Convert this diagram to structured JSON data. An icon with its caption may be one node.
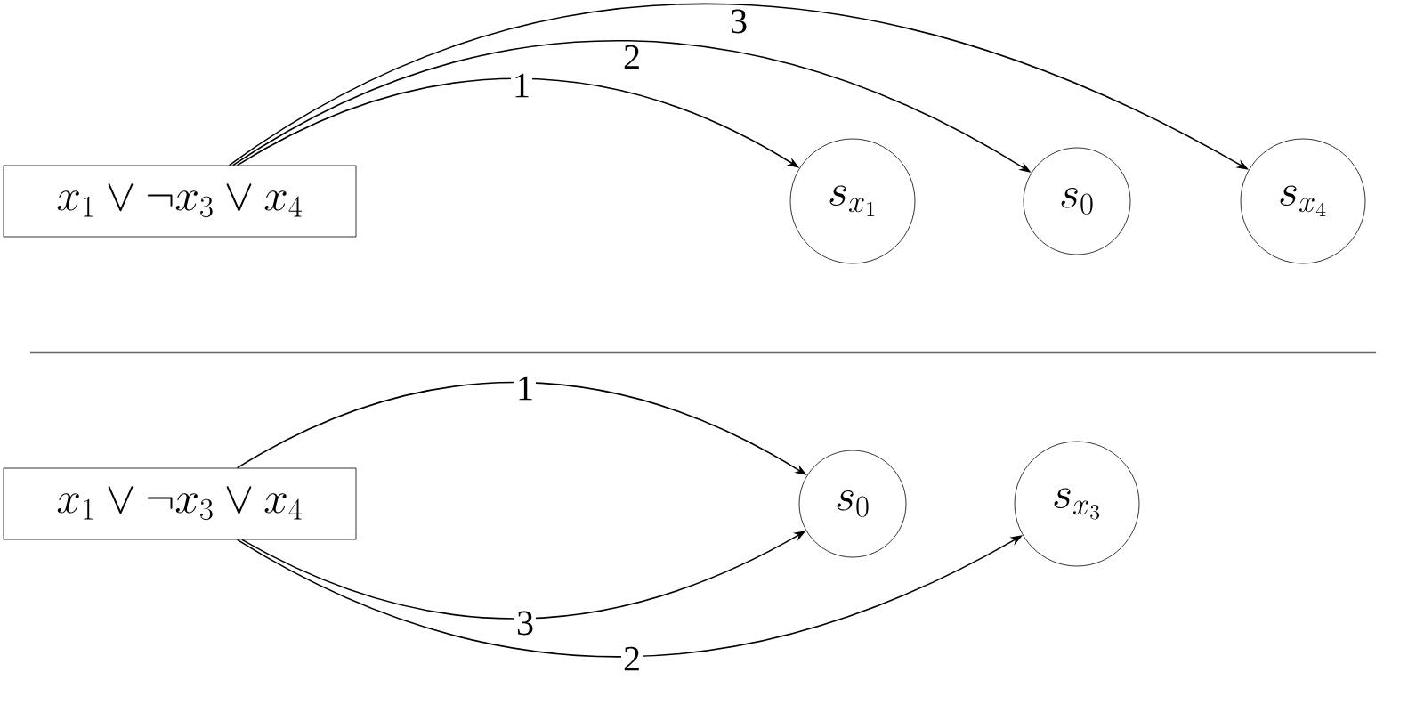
{
  "diagram": {
    "nodes": [
      {
        "text": [
          "x_1 \\vee \\neg x_3 \\vee x_4"
        ]
      },
      {
        "text": [
          "s_{x_1}"
        ]
      },
      {
        "text": [
          "s_0"
        ]
      },
      {
        "text": [
          "s_{x_4}"
        ]
      },
      {
        "text": [
          "x_1 \\vee \\neg x_3 \\vee x_4"
        ]
      },
      {
        "text": [
          "s_0"
        ]
      },
      {
        "text": [
          "s_{x_3}"
        ]
      }
    ],
    "edges": [
      {
        "from": 0,
        "to": 1,
        "arrow": "to",
        "label": "1"
      },
      {
        "from": 0,
        "to": 2,
        "arrow": "to",
        "label": "2"
      },
      {
        "from": 0,
        "to": 3,
        "arrow": "to",
        "label": "3"
      },
      {
        "from": 4,
        "to": 5,
        "arrow": "to",
        "label": "1"
      },
      {
        "from": 4,
        "to": 6,
        "arrow": "to",
        "label": "2"
      },
      {
        "from": 4,
        "to": 5,
        "arrow": "to",
        "label": "3"
      }
    ]
  }
}
